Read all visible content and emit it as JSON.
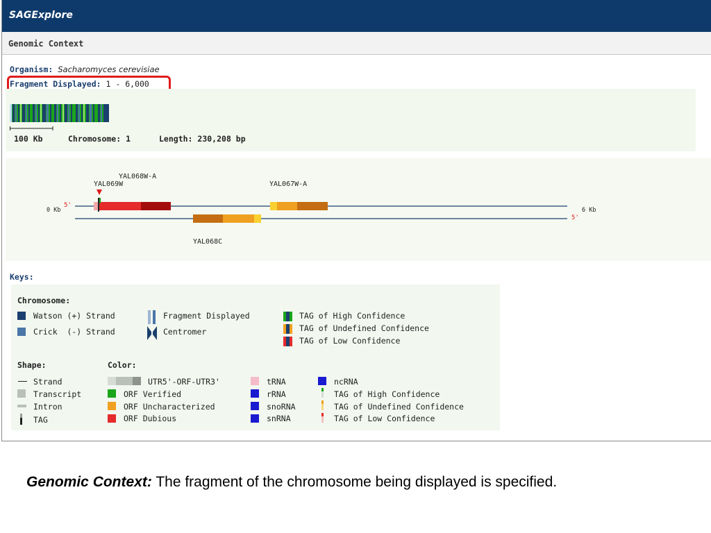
{
  "app": {
    "title": "SAGExplore"
  },
  "section": {
    "title": "Genomic Context"
  },
  "info": {
    "organism_label": "Organism:",
    "organism_value": "Sacharomyces cerevisiae",
    "fragment_label": "Fragment Displayed:",
    "fragment_value": "1 - 6,000"
  },
  "overview": {
    "scale": "100 Kb",
    "chromosome_label": "Chromosome:",
    "chromosome_value": "1",
    "length_label": "Length:",
    "length_value": "230,208 bp"
  },
  "track": {
    "left_kb": "0 Kb",
    "right_kb": "6 Kb",
    "five_prime": "5'",
    "genes": [
      {
        "name": "YAL069W",
        "strand": "watson",
        "color": "red"
      },
      {
        "name": "YAL068W-A",
        "strand": "watson",
        "color": "red"
      },
      {
        "name": "YAL067W-A",
        "strand": "watson",
        "color": "orange"
      },
      {
        "name": "YAL068C",
        "strand": "crick",
        "color": "orange"
      }
    ]
  },
  "keys": {
    "title": "Keys:",
    "chromosome": {
      "title": "Chromosome:",
      "watson": "Watson (+) Strand",
      "crick": "Crick  (-) Strand",
      "fragment": "Fragment Displayed",
      "centromer": "Centromer",
      "tag_high": "TAG of High Confidence",
      "tag_undef": "TAG of Undefined Confidence",
      "tag_low": "TAG of Low Confidence"
    },
    "shape": {
      "title": "Shape:",
      "strand": "Strand",
      "transcript": "Transcript",
      "intron": "Intron",
      "tag": "TAG"
    },
    "color": {
      "title": "Color:",
      "utr": "UTR5'-ORF-UTR3'",
      "orf_verified": "ORF Verified",
      "orf_unchar": "ORF Uncharacterized",
      "orf_dubious": "ORF Dubious",
      "trna": "tRNA",
      "rrna": "rRNA",
      "snorna": "snoRNA",
      "snrna": "snRNA",
      "ncrna": "ncRNA",
      "tag_high": "TAG of High Confidence",
      "tag_undef": "TAG of Undefined Confidence",
      "tag_low": "TAG of Low Confidence"
    }
  },
  "caption": {
    "bold": "Genomic Context:",
    "text": " The fragment of the chromosome being displayed is specified."
  },
  "colors": {
    "header": "#0e3a6b",
    "watson": "#1b3f6e",
    "crick": "#4a76a8",
    "orf_verified": "#1aa51a",
    "orf_uncharacterized": "#f0a020",
    "orf_dubious": "#e52b2b",
    "trna": "#f4bcc8",
    "blue_rna": "#1a1ad0",
    "highlight": "#e01b1b"
  }
}
